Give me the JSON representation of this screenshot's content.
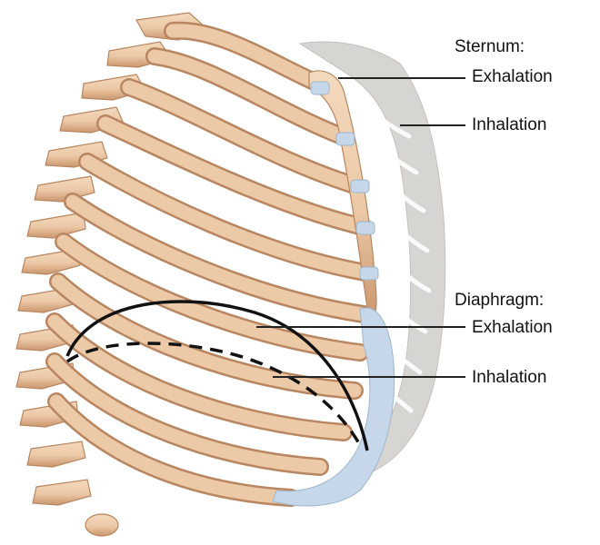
{
  "labels": {
    "sternum": {
      "heading": "Sternum:",
      "exhalation": "Exhalation",
      "inhalation": "Inhalation"
    },
    "diaphragm": {
      "heading": "Diaphragm:",
      "exhalation": "Exhalation",
      "inhalation": "Inhalation"
    }
  },
  "colors": {
    "bone": "#ecc9a7",
    "bone_shadow": "#c9966d",
    "cartilage": "#c5d7e8",
    "inhalation_silhouette": "#d7d5d2",
    "outline": "#1a1a1a"
  }
}
